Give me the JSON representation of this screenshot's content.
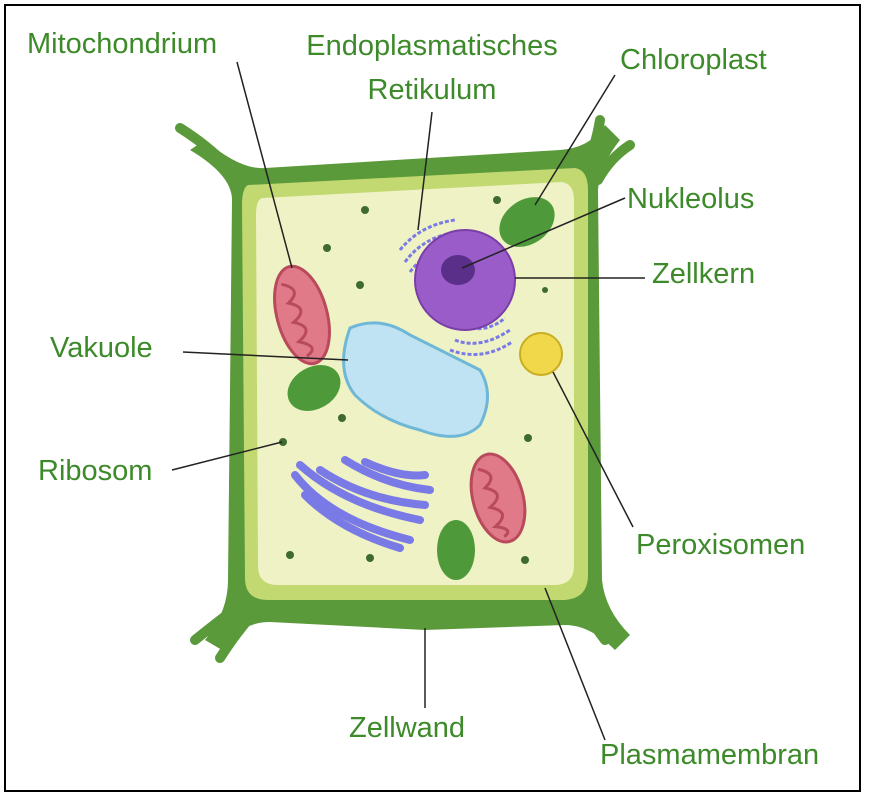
{
  "labels": {
    "mitochondrium": "Mitochondrium",
    "er_line1": "Endoplasmatisches",
    "er_line2": "Retikulum",
    "chloroplast": "Chloroplast",
    "nukleolus": "Nukleolus",
    "zellkern": "Zellkern",
    "vakuole": "Vakuole",
    "ribosom": "Ribosom",
    "peroxisomen": "Peroxisomen",
    "zellwand": "Zellwand",
    "plasmamembran": "Plasmamembran"
  },
  "colors": {
    "label_text": "#3d8a2a",
    "cell_wall": "#5a9a3a",
    "cell_wall_dark": "#3f7a28",
    "membrane": "#c2d870",
    "cytoplasm": "#eef2c4",
    "mitochondrion": "#e07a88",
    "mitochondrion_dark": "#b84a5c",
    "chloroplast": "#4e9a3a",
    "nucleus": "#9a5cc8",
    "nucleolus": "#5a2f8a",
    "vacuole": "#bfe3f2",
    "golgi": "#7a7ae6",
    "peroxisome": "#f0d84a",
    "ribosome": "#3f6b30",
    "leader_line": "#222222"
  }
}
